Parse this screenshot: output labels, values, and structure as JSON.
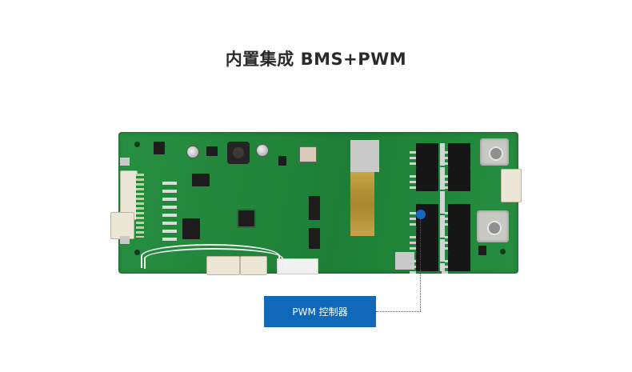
{
  "header": {
    "title": "内置集成 BMS+PWM"
  },
  "product_image": {
    "subject": "BMS + PWM circuit board (green PCB)",
    "callout_target": "PWM controller MOSFET array"
  },
  "callout": {
    "label": "PWM 控制器",
    "color": "#1068b8",
    "leader_color": "#1667c0"
  },
  "colors": {
    "background": "#ffffff",
    "title_text": "#2b2b2b",
    "pcb_green": "#1f8a3a"
  }
}
